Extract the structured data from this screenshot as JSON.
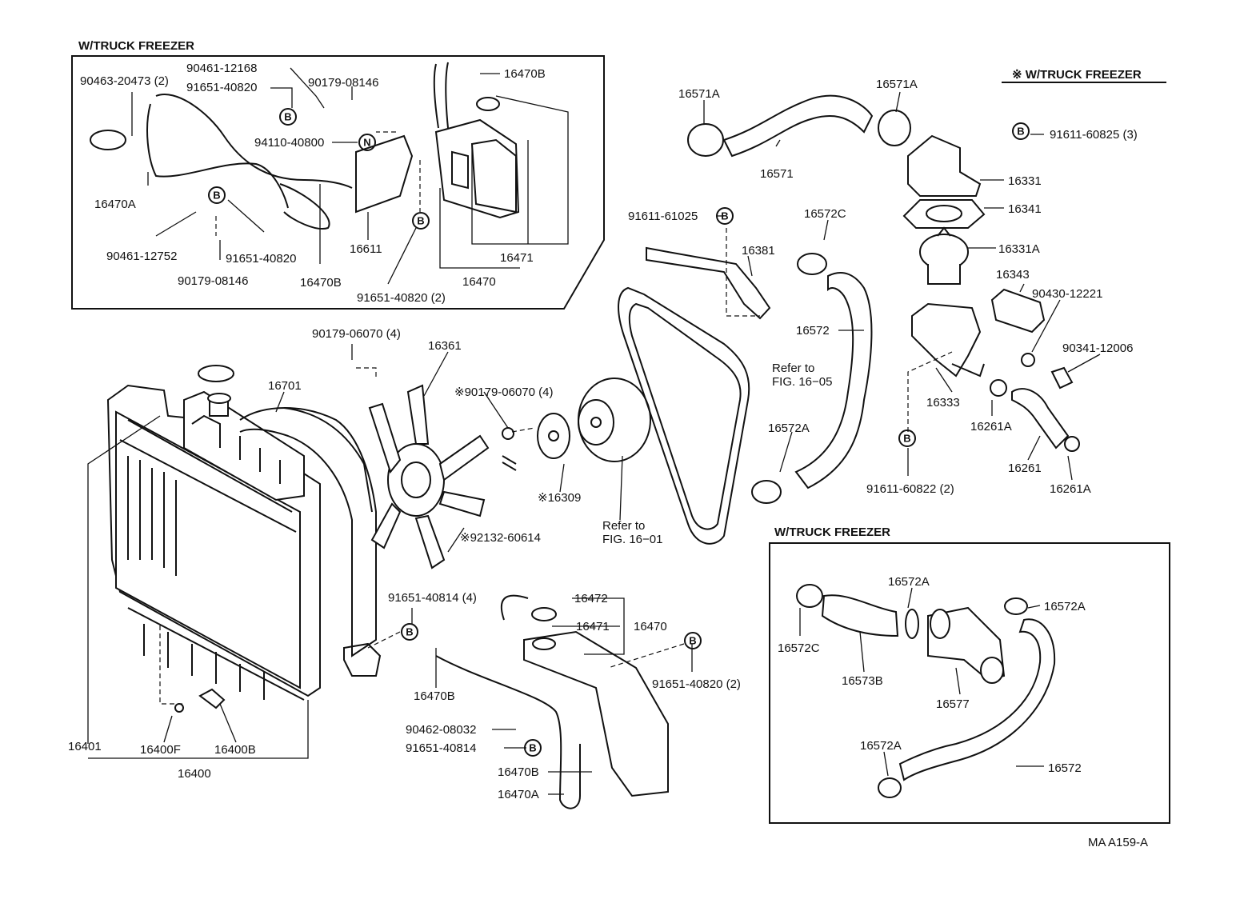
{
  "diagram": {
    "headers": {
      "truck_freezer_top": "W/TRUCK FREEZER",
      "truck_freezer_note": "※ W/TRUCK FREEZER",
      "truck_freezer_bottom": "W/TRUCK FREEZER"
    },
    "refs": {
      "fig_16_05_a": "Refer to",
      "fig_16_05_b": "FIG. 16−05",
      "fig_16_01_a": "Refer to",
      "fig_16_01_b": "FIG. 16−01"
    },
    "markers": {
      "b": "B",
      "n": "N"
    },
    "code": "MA A159-A",
    "labels": {
      "l90463_20473": "90463-20473 (2)",
      "l90461_12168": "90461-12168",
      "l91651_40820_a": "91651-40820",
      "l90179_08146_a": "90179-08146",
      "l16470b_a": "16470B",
      "l94110_40800": "94110-40800",
      "l16470a_a": "16470A",
      "l90461_12752": "90461-12752",
      "l91651_40820_b": "91651-40820",
      "l90179_08146_b": "90179-08146",
      "l16470b_b": "16470B",
      "l16611": "16611",
      "l91651_40820_2a": "91651-40820 (2)",
      "l16471_a": "16471",
      "l16470_a": "16470",
      "l16571a_a": "16571A",
      "l16571a_b": "16571A",
      "l16571": "16571",
      "l91611_60825": "91611-60825 (3)",
      "l16331": "16331",
      "l16341": "16341",
      "l91611_61025": "91611-61025",
      "l16572c_a": "16572C",
      "l16381": "16381",
      "l16331a": "16331A",
      "l16343": "16343",
      "l90430_12221": "90430-12221",
      "l90341_12006": "90341-12006",
      "l16572_a": "16572",
      "l90179_06070_4": "90179-06070 (4)",
      "l16361": "16361",
      "l16701": "16701",
      "l_90179_06070_4": "※90179-06070 (4)",
      "l16333": "16333",
      "l16261a_a": "16261A",
      "l16572a_a": "16572A",
      "l16261": "16261",
      "l16261a_b": "16261A",
      "l91611_60822": "91611-60822 (2)",
      "l_16309": "※16309",
      "l_92132_60614": "※92132-60614",
      "l16572c_b": "16572C",
      "l16572a_b": "16572A",
      "l16572a_c": "16572A",
      "l16573b": "16573B",
      "l16577": "16577",
      "l16572a_d": "16572A",
      "l16572_b": "16572",
      "l91651_40814_4": "91651-40814 (4)",
      "l16472": "16472",
      "l16471_b": "16471",
      "l16470_b": "16470",
      "l91651_40820_2b": "91651-40820 (2)",
      "l16470b_c": "16470B",
      "l90462_08032": "90462-08032",
      "l91651_40814": "91651-40814",
      "l16470b_d": "16470B",
      "l16470a_b": "16470A",
      "l16401": "16401",
      "l16400f": "16400F",
      "l16400b": "16400B",
      "l16400": "16400"
    }
  }
}
